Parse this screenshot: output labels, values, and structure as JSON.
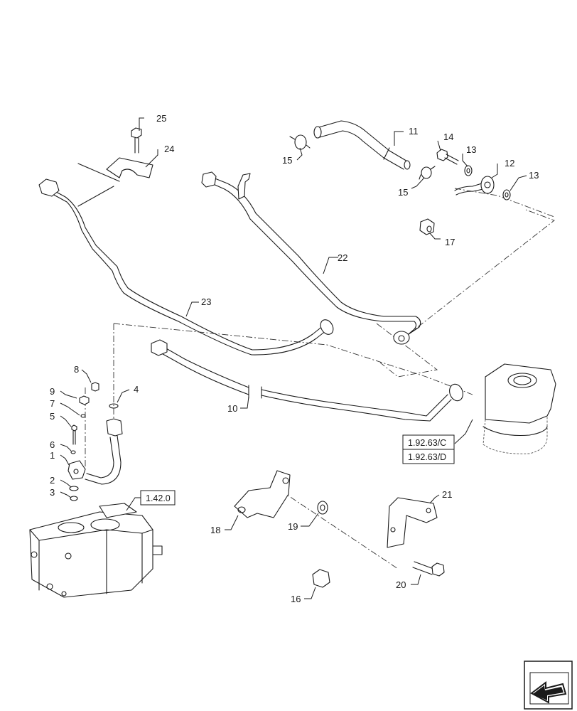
{
  "callouts": {
    "c1": "1",
    "c2": "2",
    "c3": "3",
    "c4": "4",
    "c5": "5",
    "c6": "6",
    "c7": "7",
    "c8": "8",
    "c9": "9",
    "c10": "10",
    "c11": "11",
    "c12": "12",
    "c13a": "13",
    "c13b": "13",
    "c14": "14",
    "c15a": "15",
    "c15b": "15",
    "c16": "16",
    "c17": "17",
    "c18": "18",
    "c19": "19",
    "c20": "20",
    "c21": "21",
    "c22": "22",
    "c23": "23",
    "c24": "24",
    "c25": "25"
  },
  "references": {
    "pump_ref": "1.42.0",
    "valve_ref_c": "1.92.63/C",
    "valve_ref_d": "1.92.63/D"
  },
  "nav": {
    "icon": "previous-page-arrow-icon"
  }
}
